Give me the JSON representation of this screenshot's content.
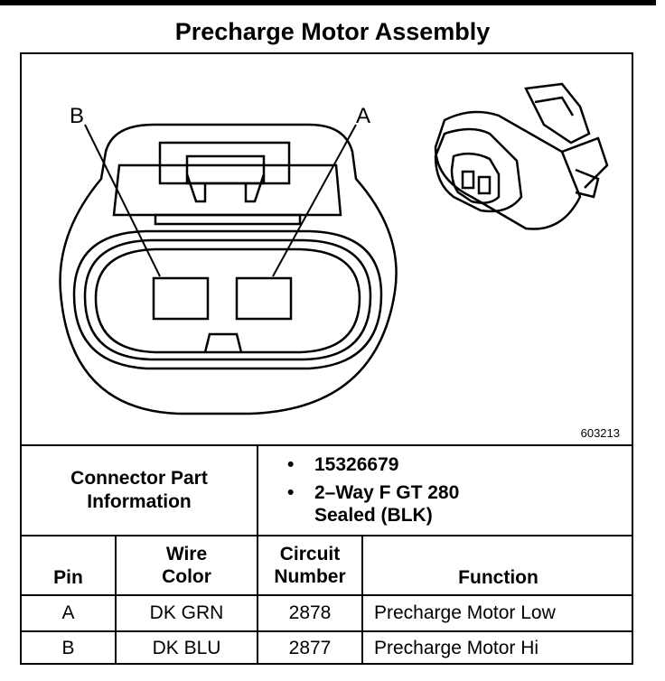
{
  "title": "Precharge Motor Assembly",
  "figure": {
    "figure_id": "603213",
    "callout_b": "B",
    "callout_a": "A"
  },
  "connector_info": {
    "label_line1": "Connector Part",
    "label_line2": "Information",
    "bullet_symbol": "•",
    "part_number": "15326679",
    "description_line1": "2–Way F GT 280",
    "description_line2": "Sealed (BLK)"
  },
  "table": {
    "headers": {
      "pin": "Pin",
      "wire_color_line1": "Wire",
      "wire_color_line2": "Color",
      "circuit_line1": "Circuit",
      "circuit_line2": "Number",
      "function": "Function"
    },
    "rows": [
      {
        "pin": "A",
        "wire_color": "DK GRN",
        "circuit": "2878",
        "function": "Precharge Motor Low"
      },
      {
        "pin": "B",
        "wire_color": "DK BLU",
        "circuit": "2877",
        "function": "Precharge Motor Hi"
      }
    ]
  }
}
